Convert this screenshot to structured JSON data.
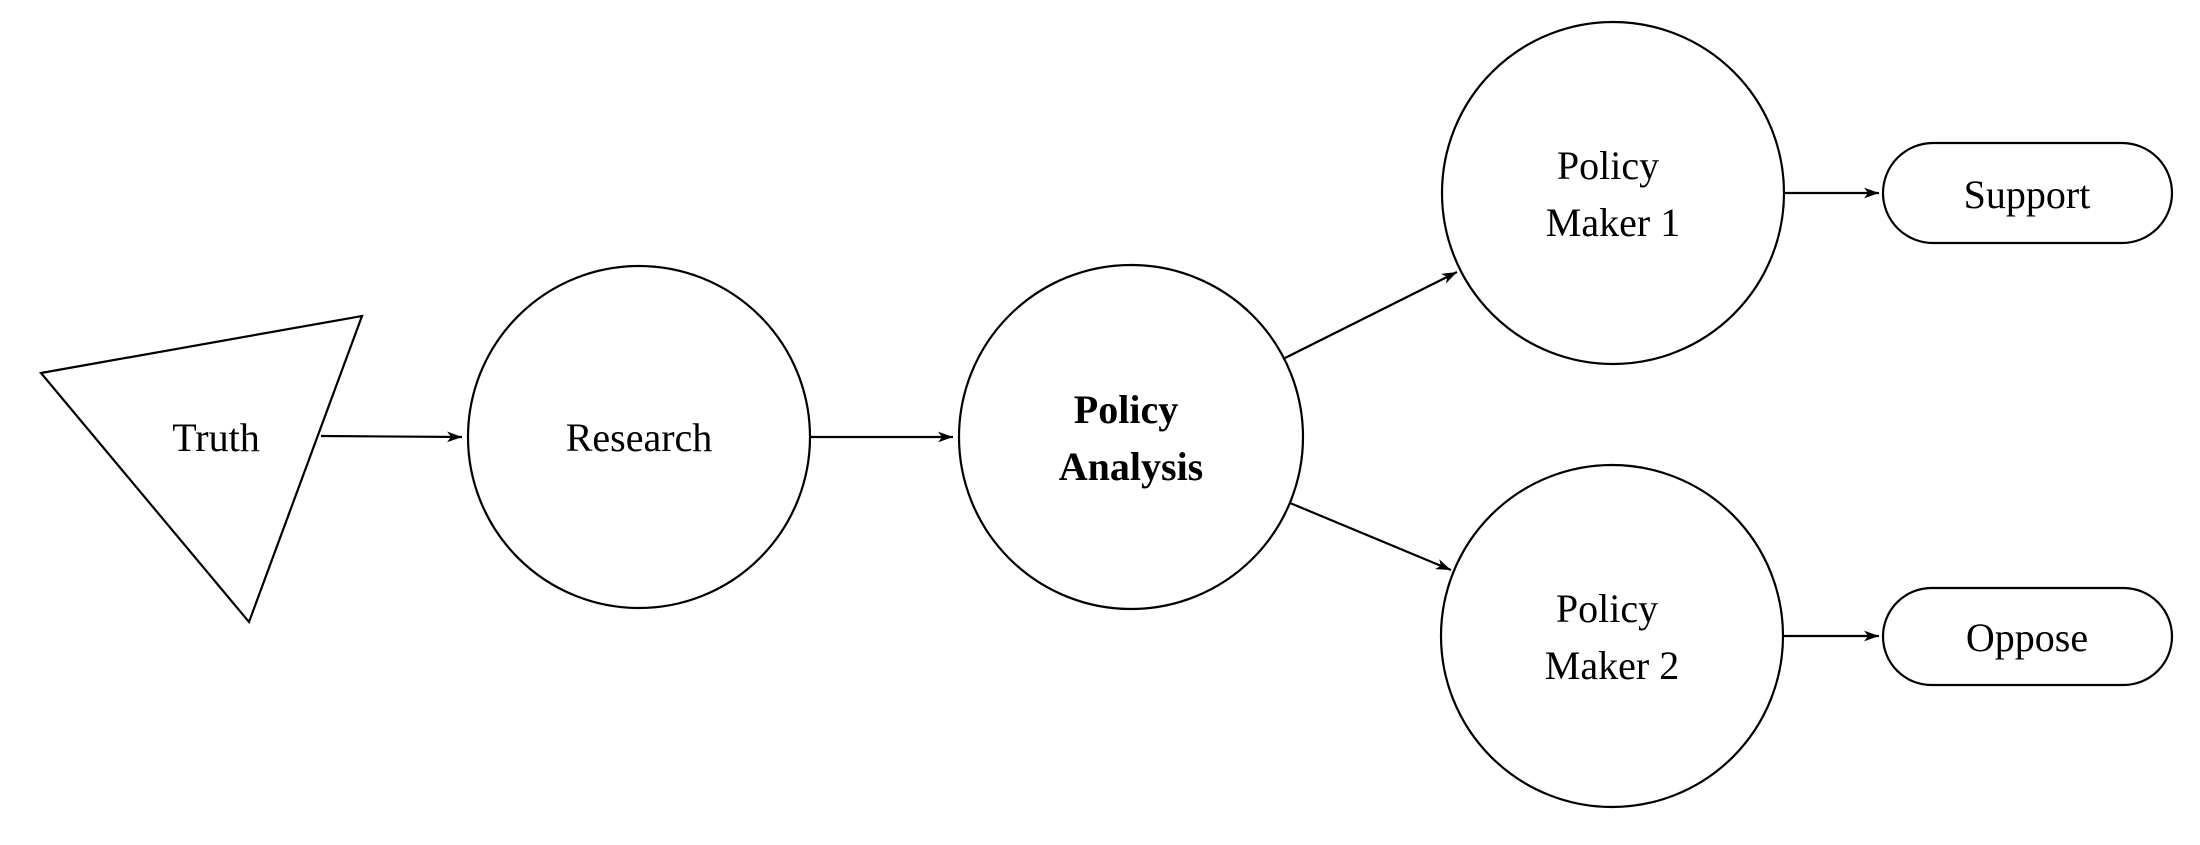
{
  "diagram": {
    "type": "flow-diagram",
    "colors": {
      "background": "#ffffff",
      "stroke": "#000000",
      "text": "#000000"
    },
    "nodes": {
      "truth": {
        "shape": "triangle",
        "label": "Truth"
      },
      "research": {
        "shape": "circle",
        "label": "Research"
      },
      "policy_analysis": {
        "shape": "circle",
        "line1": "Policy",
        "line2": "Analysis",
        "emphasis": "bold"
      },
      "policy_maker_1": {
        "shape": "circle",
        "line1": "Policy",
        "line2": "Maker 1"
      },
      "policy_maker_2": {
        "shape": "circle",
        "line1": "Policy",
        "line2": "Maker 2"
      },
      "support": {
        "shape": "rounded-rectangle",
        "label": "Support"
      },
      "oppose": {
        "shape": "rounded-rectangle",
        "label": "Oppose"
      }
    },
    "edges": [
      {
        "from": "truth",
        "to": "research"
      },
      {
        "from": "research",
        "to": "policy_analysis"
      },
      {
        "from": "policy_analysis",
        "to": "policy_maker_1"
      },
      {
        "from": "policy_analysis",
        "to": "policy_maker_2"
      },
      {
        "from": "policy_maker_1",
        "to": "support"
      },
      {
        "from": "policy_maker_2",
        "to": "oppose"
      }
    ]
  }
}
